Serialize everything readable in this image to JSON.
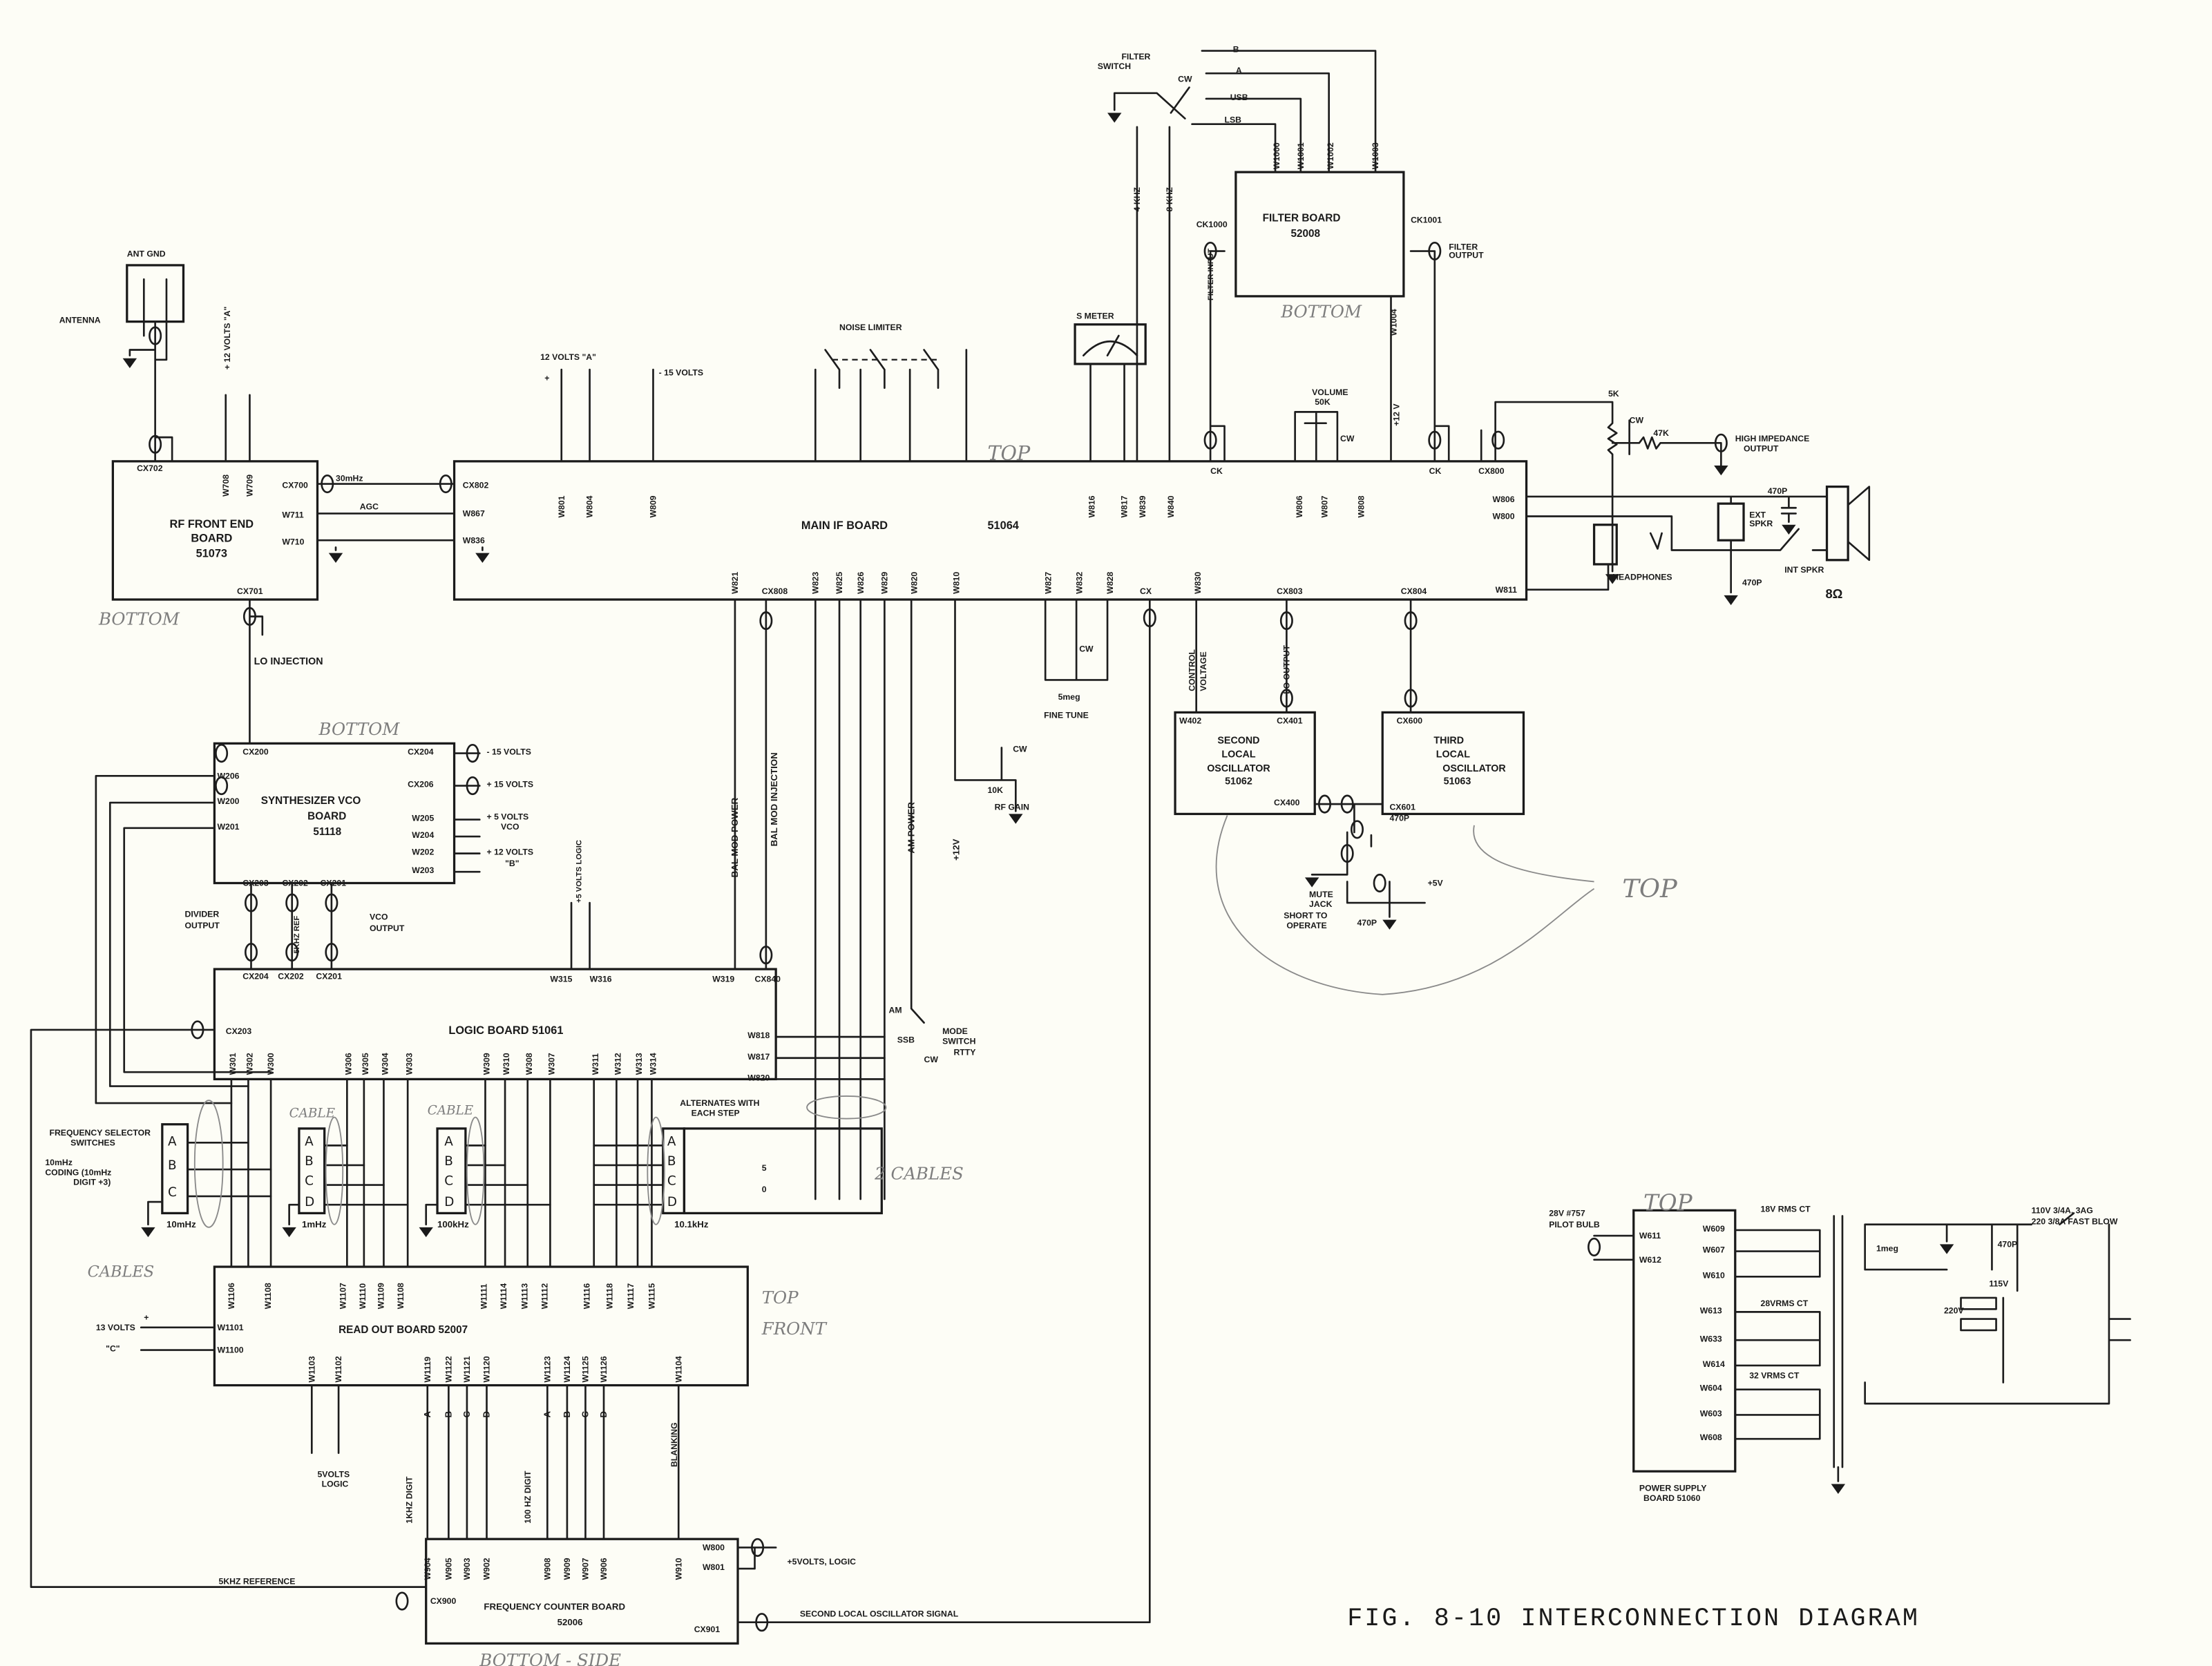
{
  "figure": {
    "caption": "FIG. 8-10 INTERCONNECTION DIAGRAM"
  },
  "antenna": {
    "ant_gnd": "ANT GND",
    "antenna": "ANTENNA",
    "plus12_a": "+ 12 VOLTS \"A\""
  },
  "rf_front_end": {
    "title1": "RF FRONT END",
    "title2": "BOARD",
    "number": "51073",
    "pins": {
      "cx702": "CX702",
      "w708": "W708",
      "w709": "W709",
      "cx700": "CX700",
      "w711": "W711",
      "w710": "W710",
      "cx701": "CX701"
    },
    "signals": {
      "if30": "30mHz",
      "agc": "AGC",
      "lo_injection": "LO INJECTION"
    }
  },
  "main_if": {
    "title": "MAIN IF BOARD",
    "number": "51064",
    "left_pins": [
      "CX802",
      "W867",
      "W836"
    ],
    "top_pins": [
      "W801",
      "W804",
      "W809",
      "W816",
      "W817",
      "W839",
      "W840",
      "CK",
      "W806",
      "W807",
      "W808",
      "CK",
      "CX800"
    ],
    "right_pins": [
      "W806",
      "W800",
      "W811"
    ],
    "bottom_pins": [
      "W821",
      "CX808",
      "W823",
      "W825",
      "W826",
      "W829",
      "W820",
      "W810",
      "W827",
      "W832",
      "W828",
      "CX",
      "W830",
      "CX803",
      "CX804"
    ],
    "supplies": {
      "v12a": "12 VOLTS \"A\"",
      "plus": "+",
      "minus15": "- 15 VOLTS"
    },
    "noise_limiter": "NOISE LIMITER",
    "s_meter": "S METER",
    "khz4": "4 KHZ",
    "khz8": "8 KHZ",
    "volume": "VOLUME",
    "volume_value": "50K",
    "cw": "CW",
    "plus12v": "+12 V"
  },
  "filter": {
    "switch_label1": "FILTER",
    "switch_label2": "SWITCH",
    "cw": "CW",
    "positions": [
      "B",
      "A",
      "USB",
      "LSB"
    ],
    "pins": [
      "W1000",
      "W1001",
      "W1002",
      "W1003",
      "W1004"
    ],
    "title": "FILTER BOARD",
    "number": "52008",
    "ck1000": "CK1000",
    "ck1001": "CK1001",
    "input": "FILTER INPUT",
    "output1": "FILTER",
    "output2": "OUTPUT"
  },
  "audio": {
    "pot": "5K",
    "cw": "CW",
    "resistor": "47K",
    "hi_z1": "HIGH IMPEDANCE",
    "hi_z2": "OUTPUT",
    "cap1": "470P",
    "ext1": "EXT",
    "ext2": "SPKR",
    "headphones": "HEADPHONES",
    "int_spkr": "INT SPKR",
    "ohms": "8Ω",
    "cap2": "470P"
  },
  "controls": {
    "fine_cw": "CW",
    "fine_value": "5meg",
    "fine_tune": "FINE TUNE",
    "rf_cw": "CW",
    "rf_value": "10K",
    "rf_gain": "RF GAIN",
    "control_voltage1": "CONTROL",
    "control_voltage2": "VOLTAGE",
    "lo_output": "LO OUTPUT",
    "bal_mod_power": "BAL MOD POWER",
    "bal_mod_injection": "BAL MOD INJECTION",
    "am_power": "AM POWER",
    "plus12v": "+12V"
  },
  "second_lo": {
    "w402": "W402",
    "cx401": "CX401",
    "cx400": "CX400",
    "l1": "SECOND",
    "l2": "LOCAL",
    "l3": "OSCILLATOR",
    "number": "51062"
  },
  "third_lo": {
    "cx600": "CX600",
    "cx601": "CX601",
    "l1": "THIRD",
    "l2": "LOCAL",
    "l3": "OSCILLATOR",
    "number": "51063"
  },
  "mute": {
    "cap1": "470P",
    "plus5": "+5V",
    "jack1": "MUTE",
    "jack2": "JACK",
    "short1": "SHORT TO",
    "short2": "OPERATE",
    "cap2": "470P"
  },
  "synth": {
    "title1": "SYNTHESIZER VCO",
    "title2": "BOARD",
    "number": "51118",
    "cx200": "CX200",
    "left": [
      "W206",
      "W200",
      "W201"
    ],
    "right": [
      "CX204",
      "CX206",
      "W205",
      "W204",
      "W202",
      "W203"
    ],
    "supplies": {
      "m15": "- 15 VOLTS",
      "p15": "+ 15 VOLTS",
      "p5": "+ 5 VOLTS",
      "vco": "VCO",
      "p12": "+ 12 VOLTS",
      "b": "\"B\"",
      "logic5": "+5 VOLTS LOGIC"
    },
    "bottom": [
      "CX203",
      "CX202",
      "CX201"
    ],
    "divider1": "DIVIDER",
    "divider2": "OUTPUT",
    "ref": "5KHZ REF",
    "vco1": "VCO",
    "vco2": "OUTPUT"
  },
  "logic": {
    "title": "LOGIC BOARD 51061",
    "top": [
      "CX204",
      "CX202",
      "CX201",
      "W315",
      "W316",
      "W319",
      "CX840"
    ],
    "cx203": "CX203",
    "right": [
      "W818",
      "W817",
      "W820"
    ],
    "bottom": [
      "W301",
      "W302",
      "W300",
      "W306",
      "W305",
      "W304",
      "W303",
      "W309",
      "W310",
      "W308",
      "W307",
      "W311",
      "W312",
      "W313",
      "W314"
    ],
    "mode": {
      "am": "AM",
      "label1": "MODE",
      "label2": "SWITCH",
      "ssb": "SSB",
      "cw": "CW",
      "rtty": "RTTY"
    },
    "alternates1": "ALTERNATES WITH",
    "alternates2": "EACH STEP"
  },
  "switches": {
    "title1": "FREQUENCY SELECTOR",
    "title2": "SWITCHES",
    "coding1": "10mHz",
    "coding2": "CODING (10mHz",
    "coding3": "DIGIT +3)",
    "letters": [
      "A",
      "B",
      "C",
      "D"
    ],
    "names": [
      "10mHz",
      "1mHz",
      "100kHz",
      "10.1kHz"
    ],
    "pos5": "5",
    "pos0": "0"
  },
  "readout": {
    "title": "READ OUT BOARD 52007",
    "top": [
      "W1106",
      "W1108",
      "W1107",
      "W1110",
      "W1109",
      "W1108",
      "W1111",
      "W1114",
      "W1113",
      "W1112",
      "W1116",
      "W1118",
      "W1117",
      "W1115"
    ],
    "left": [
      "W1101",
      "W1100"
    ],
    "v13": "13 VOLTS",
    "plus": "+",
    "c": "\"C\"",
    "bottom": [
      "W1103",
      "W1102",
      "W1119",
      "W1122",
      "W1121",
      "W1120",
      "W1123",
      "W1124",
      "W1125",
      "W1126",
      "W1104"
    ],
    "logic1": "5VOLTS",
    "logic2": "LOGIC",
    "khz_digit": "1KHZ DIGIT",
    "hz_digit": "100 HZ DIGIT",
    "blanking": "BLANKING",
    "bcd": [
      "A",
      "B",
      "C",
      "D"
    ]
  },
  "counter": {
    "title": "FREQUENCY COUNTER BOARD",
    "number": "52006",
    "top": [
      "W904",
      "W905",
      "W903",
      "W902",
      "W908",
      "W909",
      "W907",
      "W906",
      "W910"
    ],
    "w800": "W800",
    "w801": "W801",
    "logic": "+5VOLTS, LOGIC",
    "cx900": "CX900",
    "cx901": "CX901",
    "ref": "5KHZ REFERENCE",
    "second_lo": "SECOND LOCAL OSCILLATOR SIGNAL"
  },
  "power": {
    "bulb1": "28V #757",
    "bulb2": "PILOT BULB",
    "left": [
      "W611",
      "W612"
    ],
    "right": [
      "W609",
      "W607",
      "W610",
      "W613",
      "W633",
      "W614",
      "W604",
      "W603",
      "W608"
    ],
    "sec1": "18V RMS CT",
    "sec2": "28VRMS CT",
    "sec3": "32 VRMS CT",
    "r": "1meg",
    "c": "470P",
    "v220": "220V",
    "v115": "115V",
    "fuse1": "110V 3/4A. 3AG",
    "fuse2": "220 3/8A FAST BLOW",
    "title1": "POWER SUPPLY",
    "title2": "BOARD 51060"
  },
  "pencil": {
    "bottom_rf": "BOTTOM",
    "bottom_synth": "BOTTOM",
    "bottom_filter": "BOTTOM",
    "top_if": "TOP",
    "top_lo": "TOP",
    "top_power": "TOP",
    "top_front1": "TOP",
    "top_front2": "FRONT",
    "bottom_side": "BOTTOM - SIDE",
    "cables2": "2 CABLES",
    "cable1": "CABLE",
    "cable2": "CABLE",
    "cables_left": "CABLES"
  }
}
